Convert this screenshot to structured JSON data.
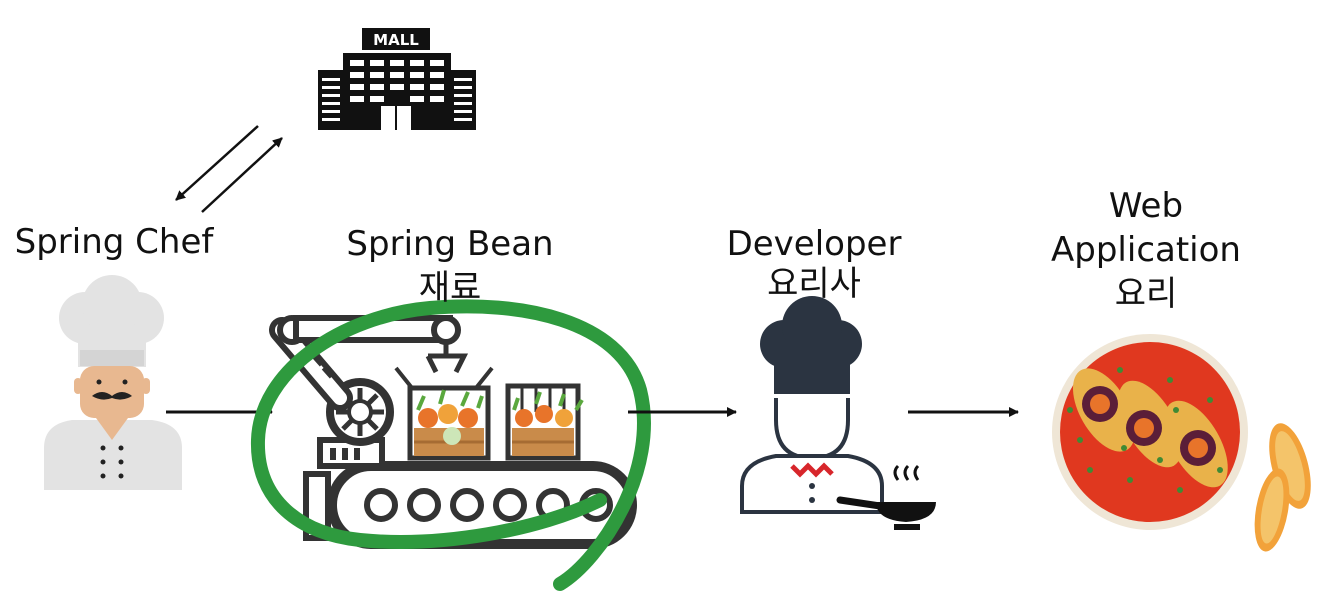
{
  "labels": {
    "mall_sign": "MALL",
    "spring_chef": "Spring Chef",
    "spring_bean": "Spring Bean",
    "spring_bean_kr": "재료",
    "developer": "Developer",
    "developer_kr": "요리사",
    "web": "Web",
    "application": "Application",
    "web_app_kr": "요리"
  },
  "icons": [
    "mall-building-icon",
    "chef-icon",
    "factory-conveyor-icon",
    "developer-chef-icon",
    "dish-icon"
  ],
  "colors": {
    "stroke": "#111111",
    "highlight": "#2e9a3e",
    "robot": "#333333",
    "dev_hat": "#2b3441",
    "accent_red": "#d7262b",
    "soup": "#e0381f"
  }
}
